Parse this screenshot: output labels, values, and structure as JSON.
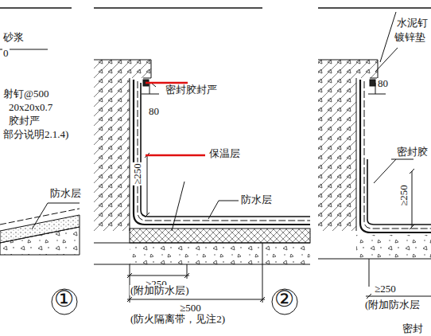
{
  "diagram": {
    "labels": [
      "砂浆",
      "0",
      "射钉@500",
      "20x20x0.7",
      "胶封严",
      "部分说明2.1.4)",
      "防水层",
      "①",
      "密封胶封严",
      "80",
      "≥250",
      "保温层",
      "防水层",
      "≥250",
      "(附加防水层)",
      "≥500",
      "(防火隔离带，见注2)",
      "②",
      "水泥钉",
      "镀锌垫",
      "80",
      "密封胶",
      "≥250",
      "≥250",
      "(附加防水层",
      "密封"
    ]
  }
}
